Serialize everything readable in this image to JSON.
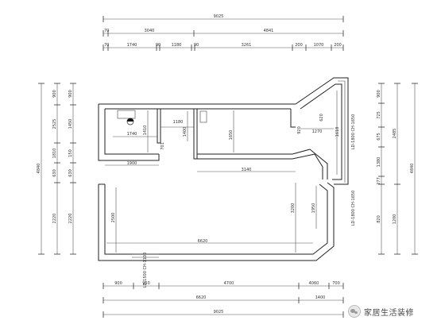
{
  "dims": {
    "top_total": "9025",
    "top_mid": [
      "70",
      "3040",
      "4841"
    ],
    "top_low": [
      "70",
      "1740",
      "90",
      "1180",
      "90",
      "3261",
      "200",
      "1070",
      "200"
    ],
    "left_mid": [
      "900",
      "2525",
      "1810",
      "630",
      "2220"
    ],
    "left_low": [
      "900",
      "1450",
      "150",
      "630",
      "2220"
    ],
    "left_total": "4840",
    "right_mid": [
      "900",
      "725",
      "675",
      "1380",
      "277",
      "820"
    ],
    "right_low": [
      "2485",
      "1200"
    ],
    "right_total": "4840",
    "bottom_low": [
      "900",
      "950",
      "4700",
      "4060",
      "700"
    ],
    "bottom_mid": [
      "6620",
      "1400"
    ],
    "bottom_total": "9025",
    "interior": {
      "r1_w": "1740",
      "r1_h": "1410",
      "r2_w": "1180",
      "r2_h": "1400",
      "r3_h": "1650",
      "r3_v": "701",
      "kit_w": "1900",
      "corr_w": "3140",
      "liv_w": "6620",
      "liv_h": "2500",
      "right_v1": "3200",
      "right_v2": "1950",
      "bay_w": "1270",
      "bay_v": "1618",
      "win1": "LD-1800 CH-1650",
      "win2": "LD-1800 CH-1650",
      "win3": "LD-1500 CH-1100",
      "small1": "920",
      "small2": "620"
    }
  },
  "watermark": {
    "text": "家居生活装修",
    "icon": "wechat-logo-icon"
  }
}
